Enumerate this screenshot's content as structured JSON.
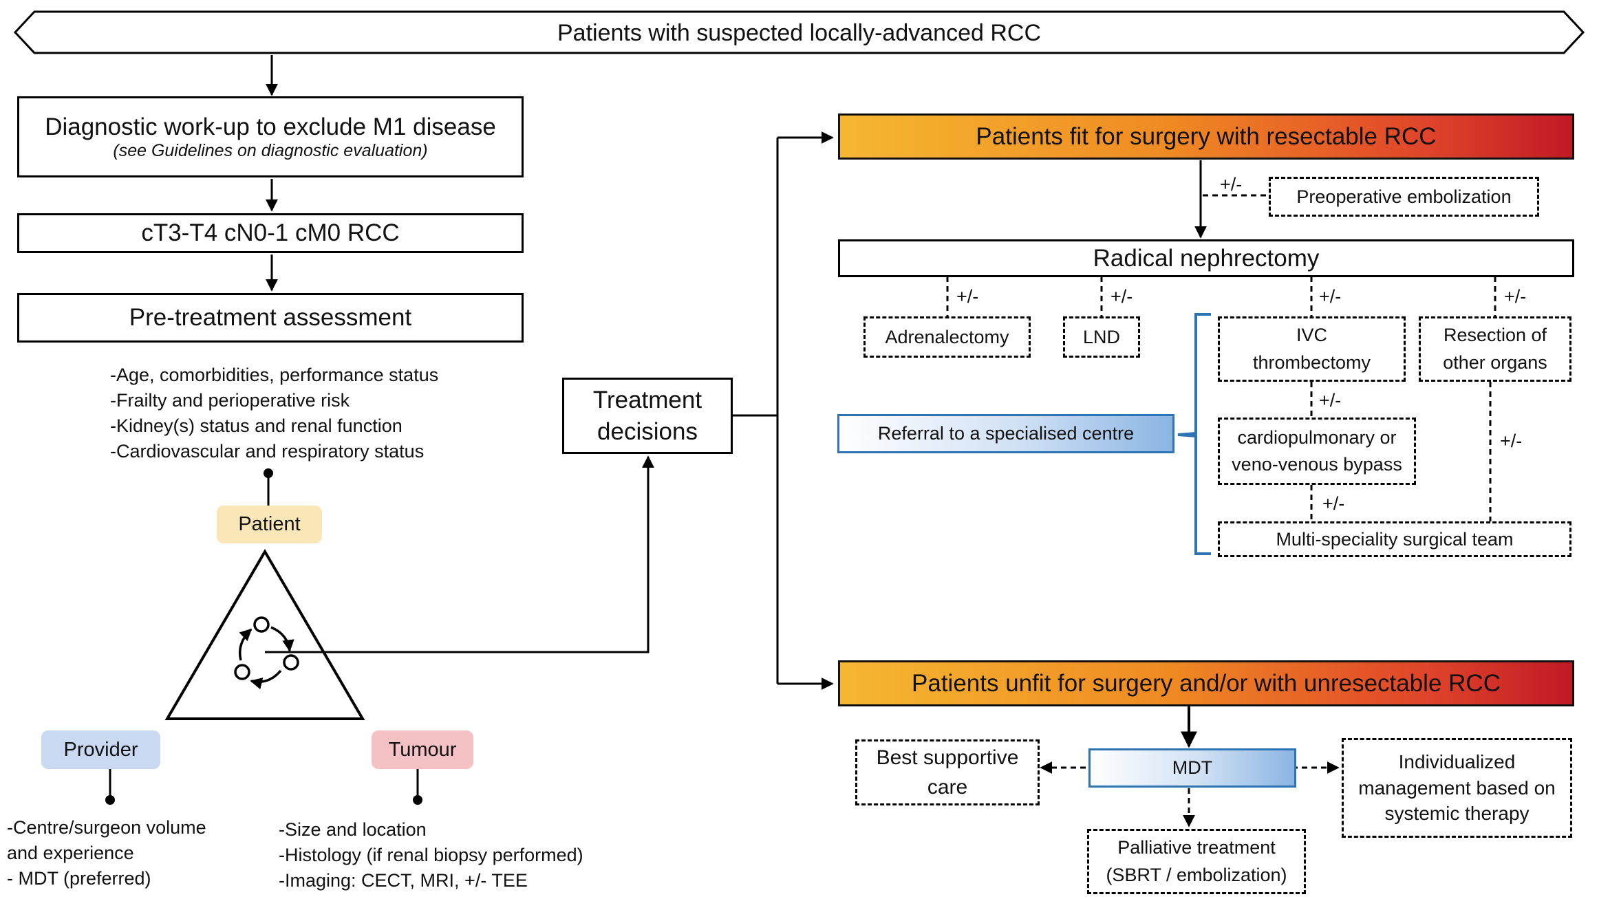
{
  "header": "Patients with suspected locally-advanced RCC",
  "left_flow": {
    "workup_title": "Diagnostic work-up to exclude M1 disease",
    "workup_note": "(see Guidelines on diagnostic evaluation)",
    "staging": "cT3-T4 cN0-1 cM0 RCC",
    "assessment": "Pre-treatment assessment"
  },
  "patient_factors": [
    "-Age, comorbidities, performance status",
    "-Frailty and perioperative risk",
    "-Kidney(s) status and renal function",
    "-Cardiovascular and respiratory status"
  ],
  "triad": {
    "patient_label": "Patient",
    "provider_label": "Provider",
    "tumour_label": "Tumour",
    "icon": "cycle-arrows-icon",
    "colors": {
      "patient": "#fbe6b8",
      "provider": "#c9d9f2",
      "tumour": "#f4c2c4"
    }
  },
  "provider_factors": [
    "-Centre/surgeon volume",
    "and experience",
    "- MDT (preferred)"
  ],
  "tumour_factors": [
    "-Size and location",
    "-Histology (if renal biopsy performed)",
    "-Imaging: CECT, MRI, +/- TEE"
  ],
  "treatment_decisions": [
    "Treatment",
    "decisions"
  ],
  "fit_branch": {
    "title": "Patients fit for surgery with resectable RCC",
    "embolization": "Preoperative embolization",
    "nephrectomy": "Radical nephrectomy",
    "adrenalectomy": "Adrenalectomy",
    "lnd": "LND",
    "ivc": [
      "IVC",
      "thrombectomy"
    ],
    "resection": [
      "Resection of",
      "other organs"
    ],
    "bypass": [
      "cardiopulmonary or",
      "veno-venous bypass"
    ],
    "team": "Multi-speciality surgical team",
    "referral": "Referral to a specialised centre",
    "optional_mark": "+/-"
  },
  "unfit_branch": {
    "title": "Patients unfit for surgery and/or with unresectable RCC",
    "mdt": "MDT",
    "supportive": [
      "Best supportive",
      "care"
    ],
    "systemic": [
      "Individualized",
      "management based on",
      "systemic therapy"
    ],
    "palliative": [
      "Palliative treatment",
      "(SBRT / embolization)"
    ]
  },
  "colors": {
    "gradient_start": "#f5b731",
    "gradient_end": "#c01a26",
    "blue_border": "#2c74b4",
    "blue_fill": "#8bb5e3"
  }
}
